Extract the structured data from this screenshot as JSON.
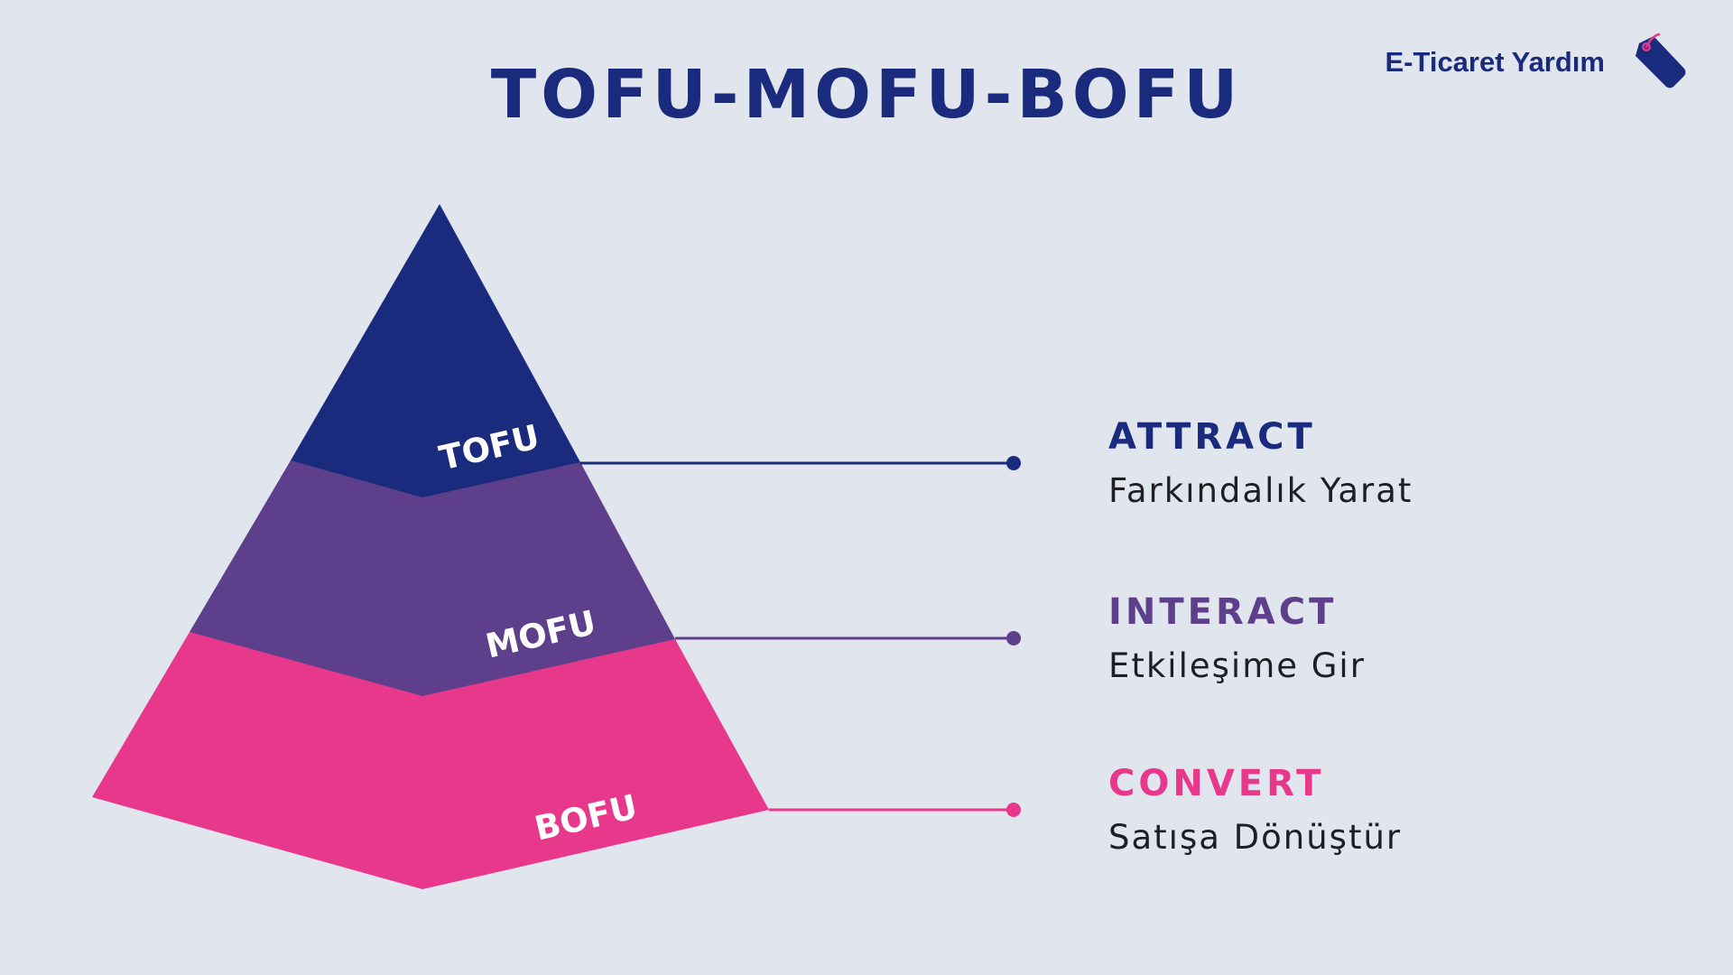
{
  "title": "TOFU-MOFU-BOFU",
  "brand": {
    "name": "E-Ticaret Yardım",
    "logo_icon": "price-tag-icon"
  },
  "colors": {
    "background": "#e1e6ee",
    "navy": "#1a2b7e",
    "purple": "#5e3f8b",
    "pink": "#e8388b",
    "text": "#1e1e24"
  },
  "pyramid": {
    "layers": [
      {
        "label": "TOFU",
        "color": "#1a2b7e"
      },
      {
        "label": "MOFU",
        "color": "#5e3f8b"
      },
      {
        "label": "BOFU",
        "color": "#e8388b"
      }
    ]
  },
  "stages": [
    {
      "heading": "ATTRACT",
      "description": "Farkındalık Yarat",
      "color": "#1a2b7e"
    },
    {
      "heading": "INTERACT",
      "description": "Etkileşime Gir",
      "color": "#5e3f8b"
    },
    {
      "heading": "CONVERT",
      "description": "Satışa Dönüştür",
      "color": "#e8388b"
    }
  ]
}
